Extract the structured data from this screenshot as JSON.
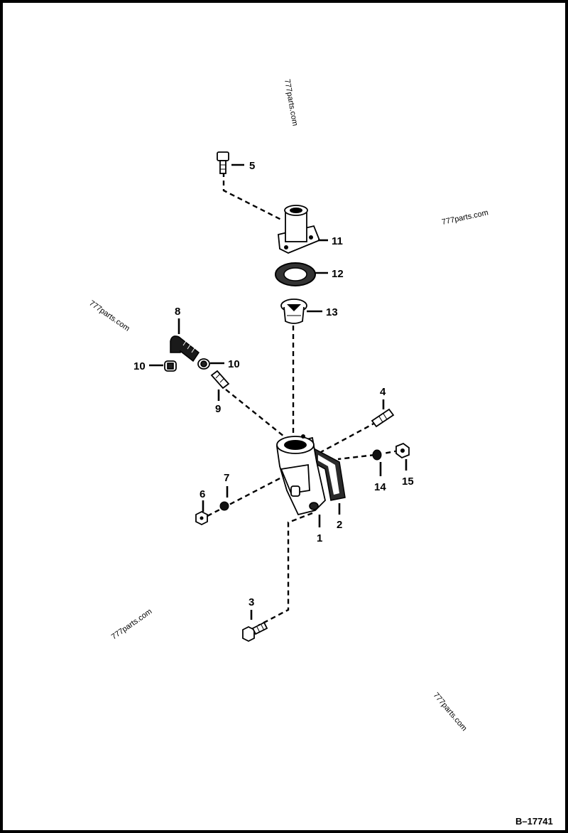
{
  "figure_id": "B–17741",
  "watermark": "777parts.com",
  "callouts": [
    "1",
    "2",
    "3",
    "4",
    "5",
    "6",
    "7",
    "8",
    "9",
    "10",
    "11",
    "12",
    "13",
    "14",
    "15"
  ]
}
